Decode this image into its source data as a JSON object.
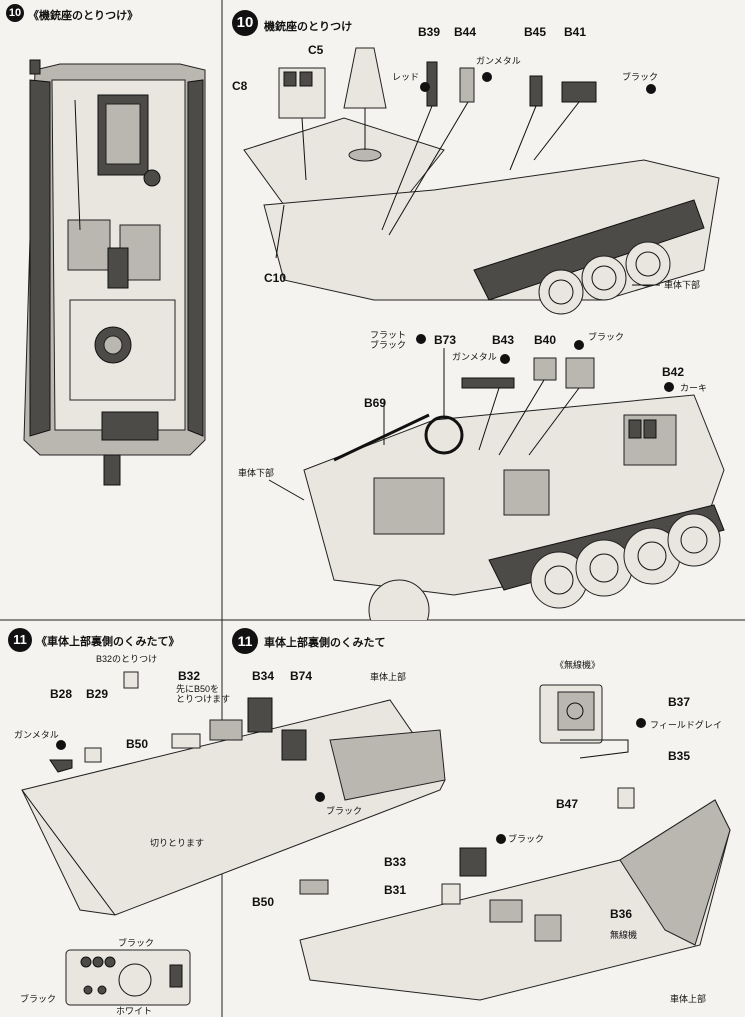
{
  "steps": {
    "s10_top": {
      "number": "10",
      "title": "《機銃座のとりつけ》"
    },
    "s10_main": {
      "number": "10",
      "title": "機銃座のとりつけ"
    },
    "s11_left": {
      "number": "11",
      "title": "《車体上部裏側のくみたて》"
    },
    "s11_right": {
      "number": "11",
      "title": "車体上部裏側のくみたて"
    }
  },
  "parts_top": {
    "C5": "C5",
    "C8": "C8",
    "C10": "C10",
    "B39": "B39",
    "B44": "B44",
    "B45": "B45",
    "B41": "B41",
    "red": "レッド",
    "gunmetal": "ガンメタル",
    "black": "ブラック",
    "lower_hull": "車体下部"
  },
  "parts_mid": {
    "flat_black": "フラット\nブラック",
    "B73": "B73",
    "B43": "B43",
    "B40": "B40",
    "black": "ブラック",
    "gunmetal": "ガンメタル",
    "B42": "B42",
    "khaki": "カーキ",
    "B69": "B69",
    "lower_hull": "車体下部"
  },
  "parts_left": {
    "b32_attach": "B32のとりつけ",
    "B32": "B32",
    "b32_note": "先にB50を\nとりつけます",
    "B34": "B34",
    "B74": "B74",
    "upper_hull": "車体上部",
    "B28": "B28",
    "B29": "B29",
    "gunmetal": "ガンメタル",
    "B50a": "B50",
    "cut": "切りとります",
    "black": "ブラック",
    "B50b": "B50",
    "panel_black_top": "ブラック",
    "panel_black_left": "ブラック",
    "panel_white": "ホワイト"
  },
  "parts_right": {
    "radio_title": "《無線機》",
    "B37": "B37",
    "field_grey": "フィールドグレイ",
    "B35": "B35",
    "B47": "B47",
    "black": "ブラック",
    "B33": "B33",
    "B31": "B31",
    "B36": "B36",
    "radio": "無線機",
    "upper_hull": "車体上部"
  }
}
